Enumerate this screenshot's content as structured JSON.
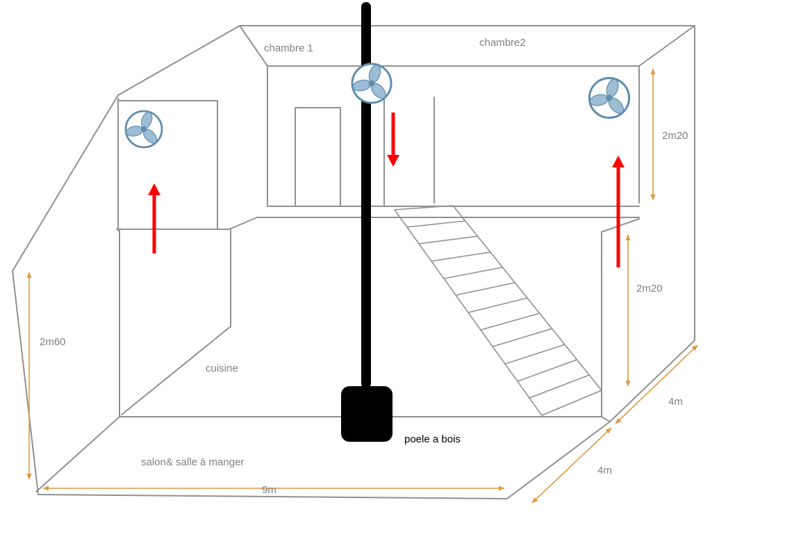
{
  "colors": {
    "line": "#909090",
    "text": "#808080",
    "dimension": "#e09a3e",
    "arrow": "#ff0000",
    "fan": "#5f8dad",
    "fan_blade": "#9cbdd4",
    "chimney": "#000000",
    "background": "#ffffff"
  },
  "rooms": {
    "chambre1": "chambre 1",
    "chambre2": "chambre2",
    "cuisine": "cuisine",
    "salon": "salon& salle à manger"
  },
  "stove": {
    "label": "poele a bois"
  },
  "dimensions": {
    "upstairs_right_height": "2m20",
    "ground_right_height": "2m20",
    "left_wall_height": "2m60",
    "house_width": "9m",
    "depth_upper": "4m",
    "depth_lower": "4m"
  },
  "icons": {
    "fan_count": 3,
    "fan_meaning": "fan-icon",
    "red_arrow_meaning": "airflow-arrow"
  }
}
